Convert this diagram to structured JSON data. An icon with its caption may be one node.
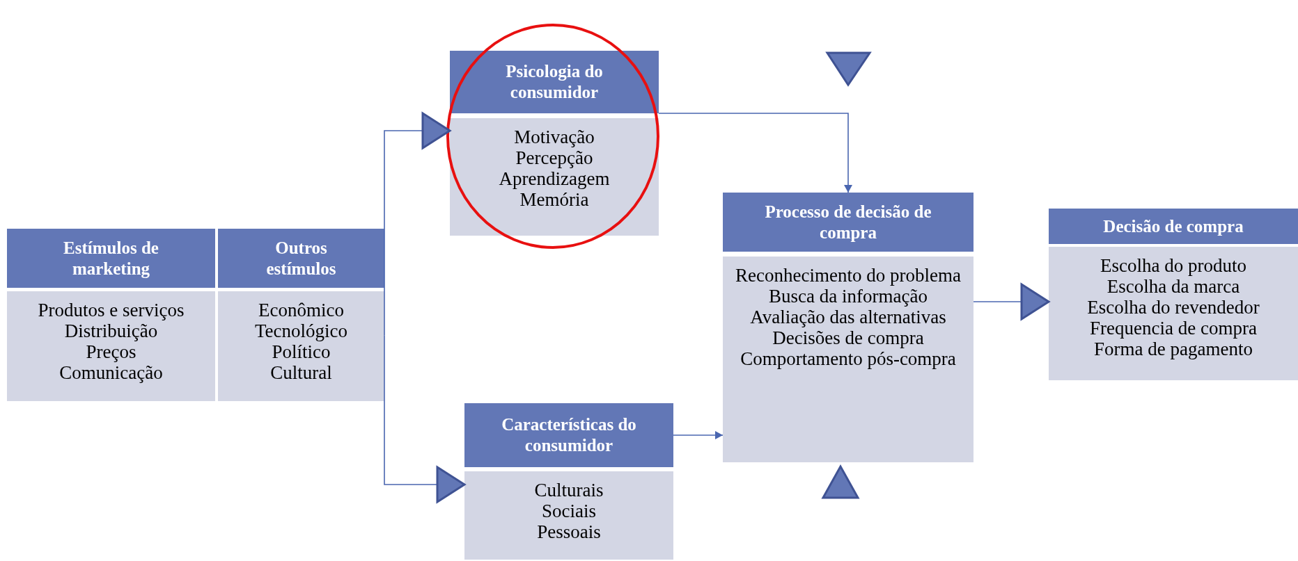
{
  "diagram": {
    "nodes": [
      {
        "text": [
          "Estímulos de marketing",
          "Produtos e serviços",
          "Distribuição",
          "Preços",
          "Comunicação"
        ]
      },
      {
        "text": [
          "Outros estímulos",
          "Econômico",
          "Tecnológico",
          "Político",
          "Cultural"
        ]
      },
      {
        "text": [
          "Psicologia do consumidor",
          "Motivação",
          "Percepção",
          "Aprendizagem",
          "Memória"
        ]
      },
      {
        "text": [
          "Características do consumidor",
          "Culturais",
          "Sociais",
          "Pessoais"
        ]
      },
      {
        "text": [
          "Processo de decisão de compra",
          "Reconhecimento do problema",
          "Busca da informação",
          "Avaliação das alternativas",
          "Decisões de compra",
          "Comportamento pós-compra"
        ]
      },
      {
        "text": [
          "Decisão de compra",
          "Escolha do produto",
          "Escolha da marca",
          "Escolha do revendedor",
          "Frequencia de compra",
          "Forma de pagamento"
        ]
      }
    ],
    "edges": [
      {
        "from": 1,
        "to": 2,
        "arrow": "to"
      },
      {
        "from": 1,
        "to": 3,
        "arrow": "to"
      },
      {
        "from": 2,
        "to": 4,
        "arrow": "to"
      },
      {
        "from": 3,
        "to": 4,
        "arrow": "to"
      },
      {
        "from": 4,
        "to": 5,
        "arrow": "to"
      }
    ]
  }
}
